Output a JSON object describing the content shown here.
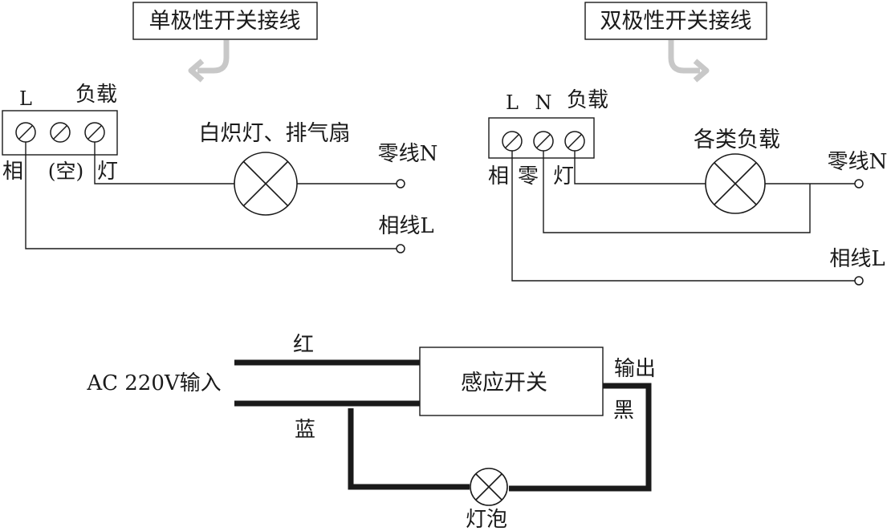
{
  "single_pole": {
    "title": "单极性开关接线",
    "terminal_top": {
      "l": "L",
      "load": "负载"
    },
    "terminal_bottom": {
      "phase": "相",
      "empty": "(空)",
      "lamp": "灯"
    },
    "load_label": "白炽灯、排气扇",
    "neutral_label": "零线N",
    "phase_label": "相线L"
  },
  "double_pole": {
    "title": "双极性开关接线",
    "terminal_top": {
      "l": "L",
      "n": "N",
      "load": "负载"
    },
    "terminal_bottom": {
      "phase": "相",
      "neutral": "零",
      "lamp": "灯"
    },
    "load_label": "各类负载",
    "neutral_label": "零线N",
    "phase_label": "相线L"
  },
  "sensor": {
    "input_label": "AC 220V输入",
    "red_label": "红",
    "blue_label": "蓝",
    "switch_label": "感应开关",
    "output_label": "输出",
    "black_label": "黑",
    "bulb_label": "灯泡"
  }
}
